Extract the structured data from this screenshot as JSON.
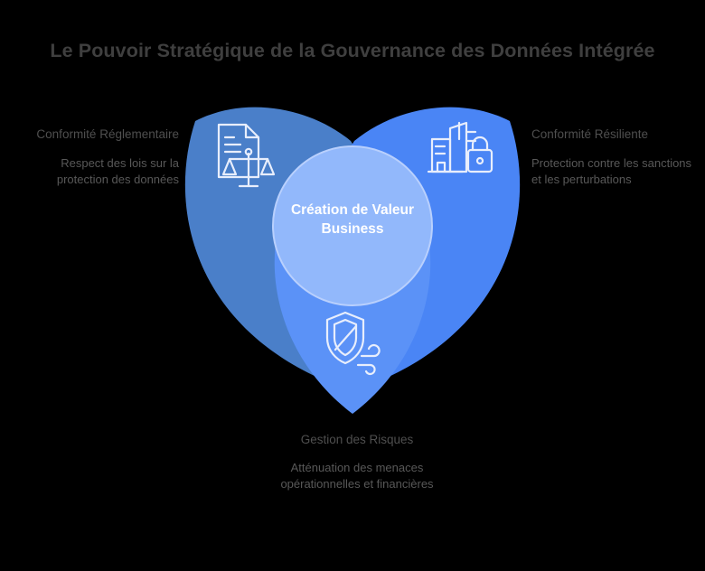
{
  "page": {
    "title": "Le Pouvoir Stratégique de la Gouvernance des Données Intégrée",
    "background_color": "#000000",
    "title_color": "#3f3f3f"
  },
  "center": {
    "label": "Création de Valeur Business",
    "fill_color": "#92b8fb",
    "text_color": "#ffffff"
  },
  "petals": [
    {
      "id": "regulatory-compliance",
      "position": "left",
      "title": "Conformité Réglementaire",
      "description": "Respect des lois sur la protection des données",
      "fill_color": "#4a7fc9",
      "icon": "document-scales-icon"
    },
    {
      "id": "resilient-compliance",
      "position": "right",
      "title": "Conformité Résiliente",
      "description": "Protection contre les sanctions et les perturbations",
      "fill_color": "#4a85f5",
      "icon": "buildings-lock-icon"
    },
    {
      "id": "risk-management",
      "position": "bottom",
      "title": "Gestion des Risques",
      "description": "Atténuation des menaces opérationnelles et financières",
      "fill_color": "#5b92f7",
      "icon": "shield-wind-icon"
    }
  ]
}
